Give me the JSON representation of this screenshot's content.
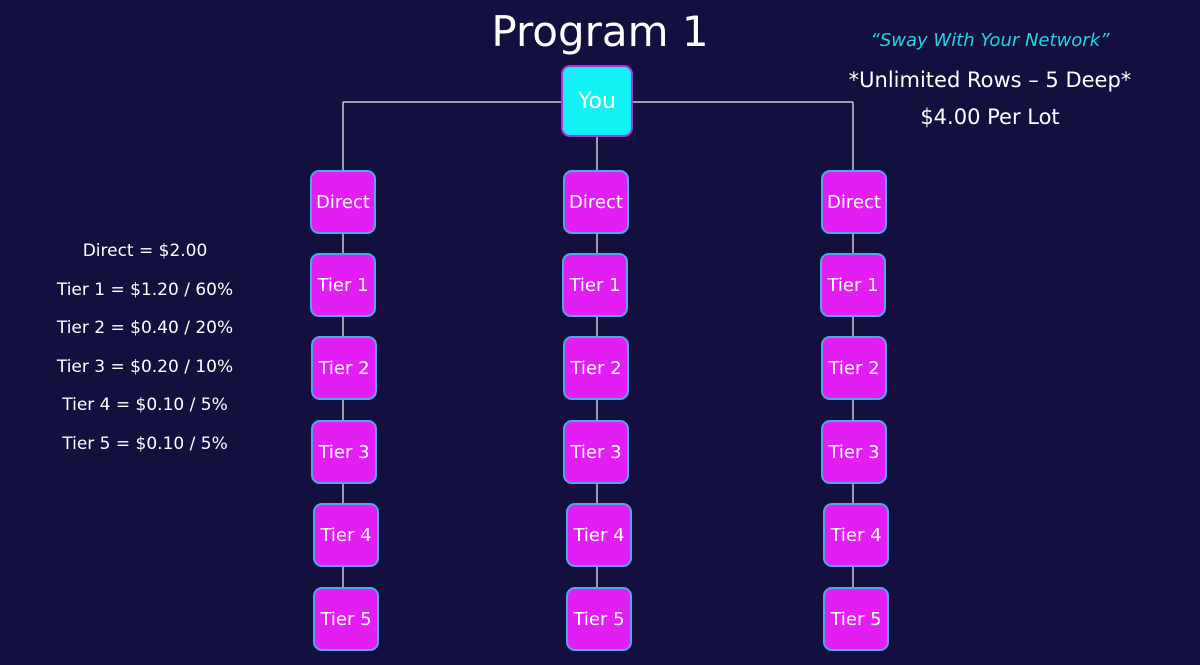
{
  "header": {
    "title": "Program 1",
    "tagline": "“Sway With Your Network”",
    "rows_note": "*Unlimited Rows – 5 Deep*",
    "price_note": "$4.00 Per Lot"
  },
  "payouts": [
    "Direct = $2.00",
    "Tier 1 = $1.20 / 60%",
    "Tier 2 = $0.40 / 20%",
    "Tier 3 = $0.20 / 10%",
    "Tier 4 = $0.10 / 5%",
    "Tier 5 = $0.10 / 5%"
  ],
  "diagram": {
    "root_label": "You",
    "branches": [
      {
        "nodes": [
          "Direct",
          "Tier 1",
          "Tier 2",
          "Tier 3",
          "Tier 4",
          "Tier 5"
        ]
      },
      {
        "nodes": [
          "Direct",
          "Tier 1",
          "Tier 2",
          "Tier 3",
          "Tier 4",
          "Tier 5"
        ]
      },
      {
        "nodes": [
          "Direct",
          "Tier 1",
          "Tier 2",
          "Tier 3",
          "Tier 4",
          "Tier 5"
        ]
      }
    ]
  },
  "colors": {
    "background": "#13103f",
    "root_fill": "#12f2f4",
    "root_border": "#b82ee0",
    "node_fill": "#e21ef2",
    "node_border": "#4fa8e8",
    "tagline": "#22d3e6",
    "connector": "#c8c8d8"
  }
}
